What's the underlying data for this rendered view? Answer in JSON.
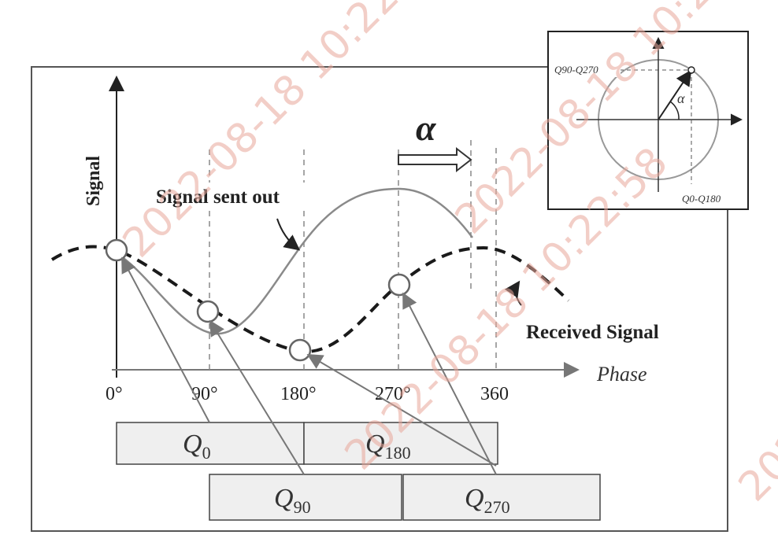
{
  "axes": {
    "y_label": "Signal",
    "x_label": "Phase",
    "ticks": [
      "0°",
      "90°",
      "180°",
      "270°",
      "360"
    ]
  },
  "labels": {
    "sent": "Signal sent out",
    "received": "Received Signal",
    "phase_shift": "α"
  },
  "buckets": {
    "q0": {
      "base": "Q",
      "sub": "0"
    },
    "q180": {
      "base": "Q",
      "sub": "180"
    },
    "q90": {
      "base": "Q",
      "sub": "90"
    },
    "q270": {
      "base": "Q",
      "sub": "270"
    }
  },
  "inset": {
    "y_label": "Q90-Q270",
    "x_label": "Q0-Q180",
    "angle": "α"
  },
  "watermark": {
    "date_time": "2022-08-18 10:22:58"
  },
  "colors": {
    "frame": "#555555",
    "sent_curve": "#8a8a8a",
    "received_curve": "#1a1a1a",
    "bucket_fill": "#efefef",
    "watermark": "#e9a79a"
  }
}
